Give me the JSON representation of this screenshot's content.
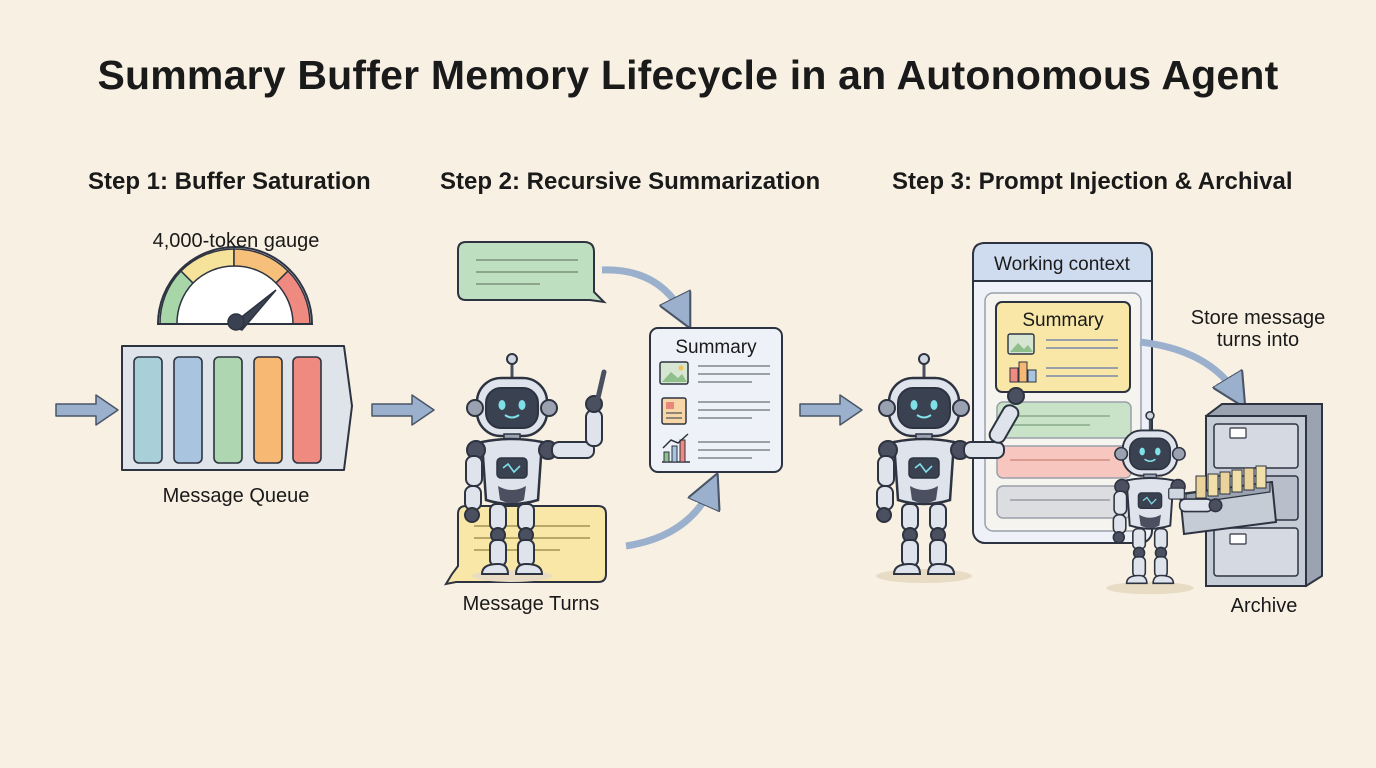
{
  "title": "Summary Buffer Memory Lifecycle in an Autonomous Agent",
  "steps": [
    {
      "heading": "Step 1: Buffer Saturation"
    },
    {
      "heading": "Step 2: Recursive Summarization"
    },
    {
      "heading": "Step 3: Prompt Injection & Archival"
    }
  ],
  "step1": {
    "gauge_label": "4,000-token gauge",
    "queue_label": "Message Queue"
  },
  "step2": {
    "summary_title": "Summary",
    "turns_label": "Message Turns"
  },
  "step3": {
    "context_title": "Working context",
    "summary_title": "Summary",
    "store_label_line1": "Store message",
    "store_label_line2": "turns into",
    "archive_label": "Archive"
  },
  "colors": {
    "background": "#f8f1e3",
    "arrow": "#9bb0cc",
    "queue_blue": "#a8c4de",
    "queue_green": "#aed6b0",
    "queue_orange": "#f6b872",
    "queue_red": "#ee8a80",
    "robot_body": "#cfd6e0",
    "robot_dark": "#4a5060"
  }
}
